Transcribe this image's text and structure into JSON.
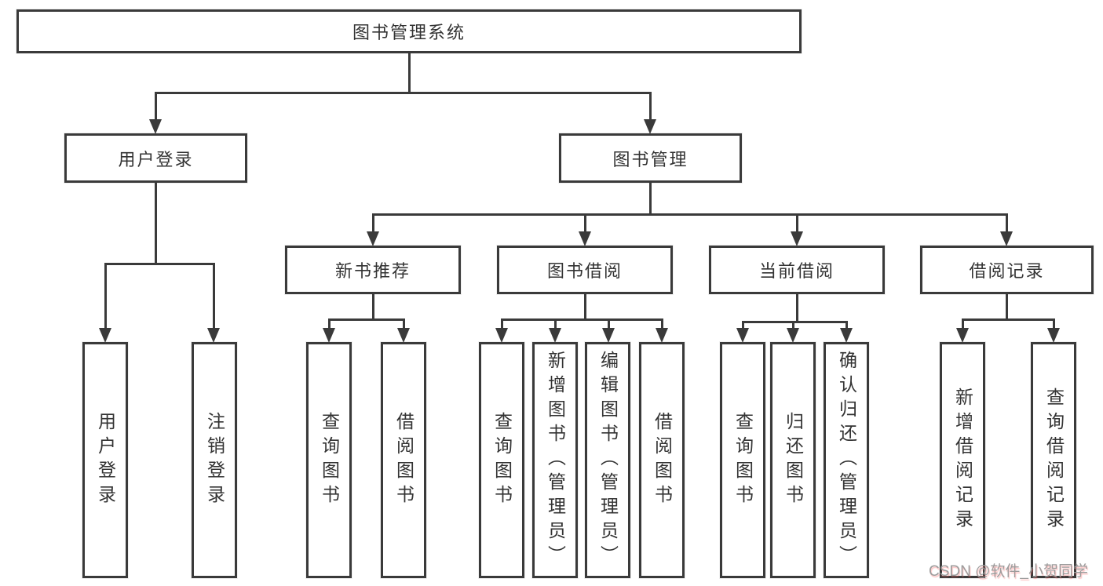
{
  "diagram": {
    "title": "图书管理系统",
    "level2": [
      "用户登录",
      "图书管理"
    ],
    "level3": [
      "新书推荐",
      "图书借阅",
      "当前借阅",
      "借阅记录"
    ],
    "leaves": [
      "用户登录",
      "注销登录",
      "查询图书",
      "借阅图书",
      "查询图书",
      "新增图书（管理员）",
      "编辑图书（管理员）",
      "借阅图书",
      "查询图书",
      "归还图书",
      "确认归还（管理员）",
      "新增借阅记录",
      "查询借阅记录"
    ]
  },
  "watermark": {
    "text": "CSDN @软件_小贺同学"
  },
  "colors": {
    "line": "#3a3a3a",
    "text": "#333333",
    "background": "#ffffff",
    "watermark": "#9c9c9c",
    "watermark_shadow": "#fc6060"
  }
}
